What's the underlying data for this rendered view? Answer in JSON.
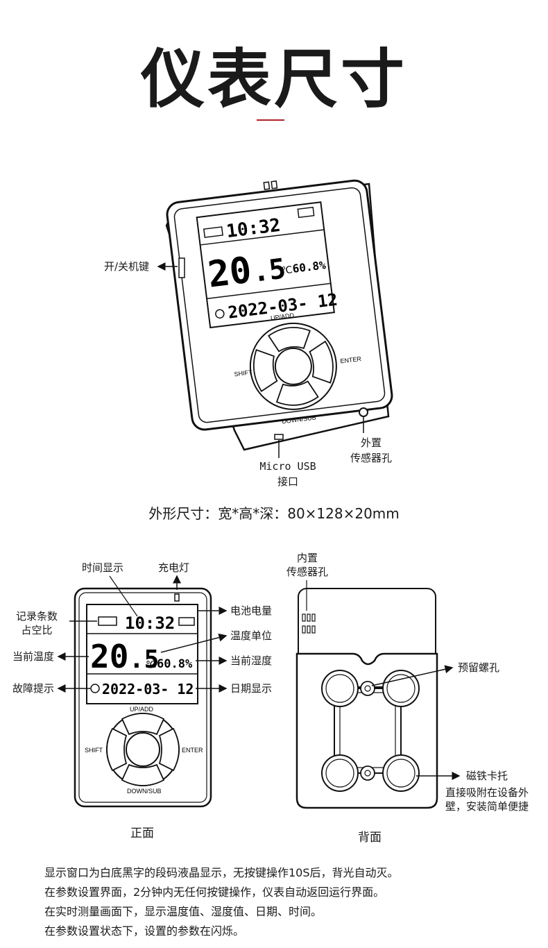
{
  "title": "仪表尺寸",
  "device": {
    "time": "10:32",
    "temperature_int": "20",
    "temperature_dec": ".5",
    "temperature_unit": "℃",
    "humidity": "60.8%",
    "date": "2022-03- 12",
    "fault_icon": "question-circle-icon",
    "battery_icon": "battery-icon",
    "buttons": {
      "up": "UP/ADD",
      "down": "DOWN/SUB",
      "left": "SHIFT",
      "right": "ENTER"
    }
  },
  "top_labels": {
    "power_key": "开/关机键",
    "micro_usb_1": "Micro USB",
    "micro_usb_2": "接口",
    "external_sensor_1": "外置",
    "external_sensor_2": "传感器孔"
  },
  "dimensions": "外形尺寸：宽*高*深：80×128×20mm",
  "front_labels": {
    "time_display": "时间显示",
    "charge_light": "充电灯",
    "record_count_1": "记录条数",
    "record_count_2": "占空比",
    "battery_level": "电池电量",
    "temp_unit": "温度单位",
    "current_temp": "当前温度",
    "current_humidity": "当前湿度",
    "fault_hint": "故障提示",
    "date_display": "日期显示"
  },
  "back_labels": {
    "internal_sensor_1": "内置",
    "internal_sensor_2": "传感器孔",
    "screw_hole": "预留螺孔",
    "magnet_1": "磁铁卡托",
    "magnet_2": "直接吸附在设备外",
    "magnet_3": "壁，安装简单便捷"
  },
  "captions": {
    "front": "正面",
    "back": "背面"
  },
  "notes": [
    "显示窗口为白底黑字的段码液晶显示，无按键操作10S后，背光自动灭。",
    "在参数设置界面，2分钟内无任何按键操作，仪表自动返回运行界面。",
    "在实时测量画面下，显示温度值、湿度值、日期、时间。",
    "在参数设置状态下，设置的参数在闪烁。"
  ]
}
